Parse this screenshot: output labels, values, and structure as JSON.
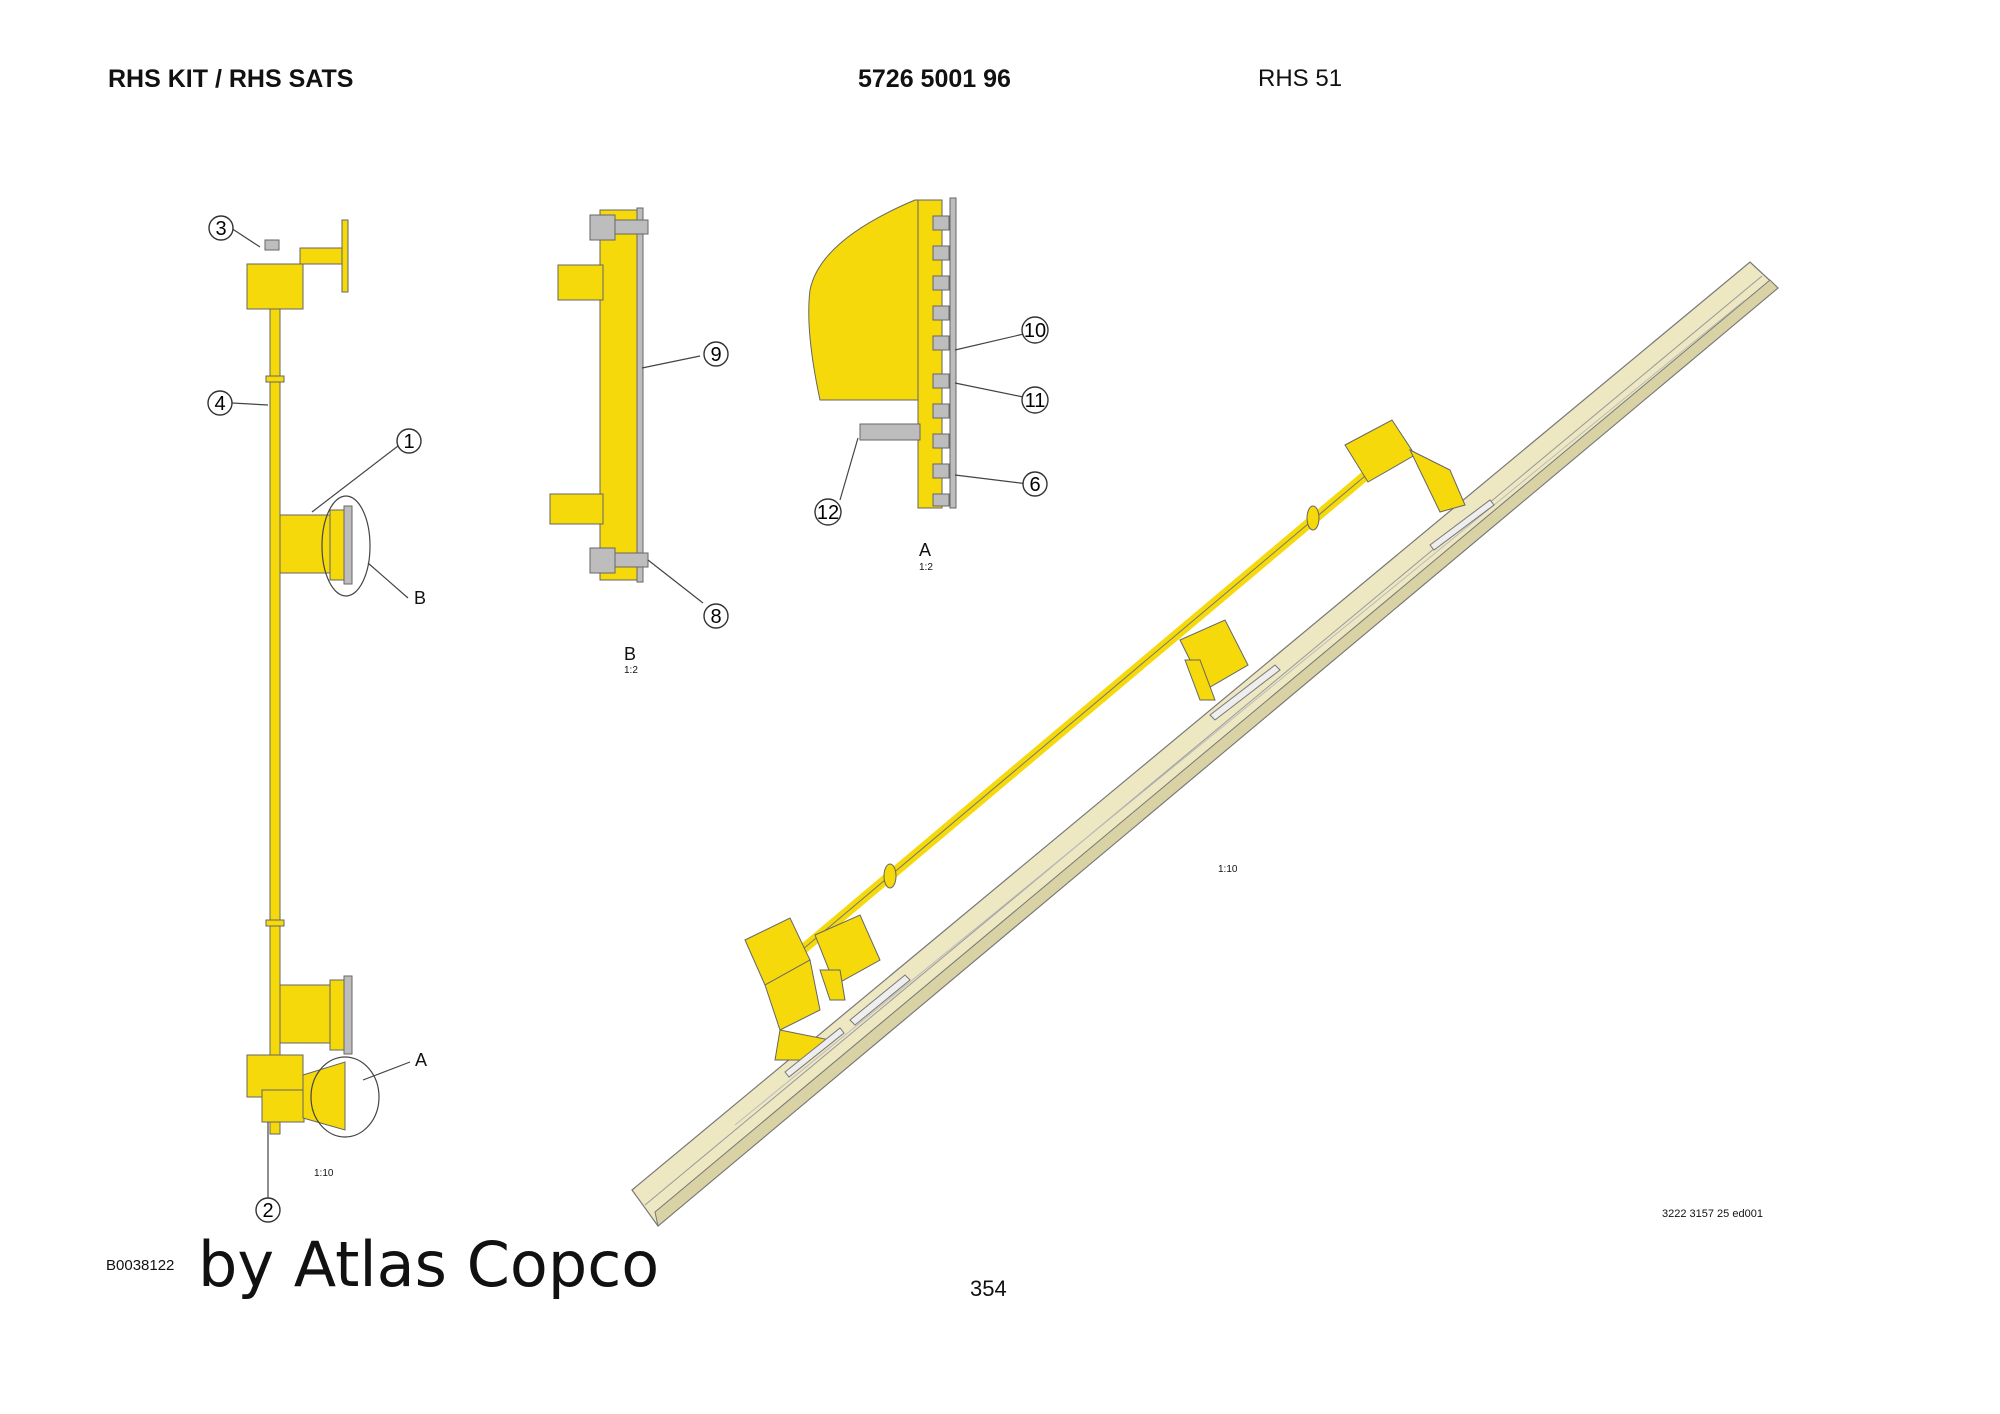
{
  "header": {
    "title": "RHS KIT / RHS SATS",
    "part_number": "5726 5001 96",
    "model": "RHS 51"
  },
  "callouts": {
    "c1": "1",
    "c2": "2",
    "c3": "3",
    "c4": "4",
    "c6": "6",
    "c8": "8",
    "c9": "9",
    "c10": "10",
    "c11": "11",
    "c12": "12"
  },
  "detail_labels": {
    "a_marker": "A",
    "b_marker": "B",
    "view_a": "A",
    "view_a_scale": "1:2",
    "view_b": "B",
    "view_b_scale": "1:2"
  },
  "scales": {
    "main_left": "1:10",
    "main_right": "1:10"
  },
  "footer": {
    "code": "B0038122",
    "brand": "by Atlas Copco",
    "page": "354",
    "drawing_number": "3222 3157 25 ed001"
  },
  "colors": {
    "yellow": "#F5D90A",
    "rail": "#EDE7C2",
    "outline": "#555555"
  }
}
